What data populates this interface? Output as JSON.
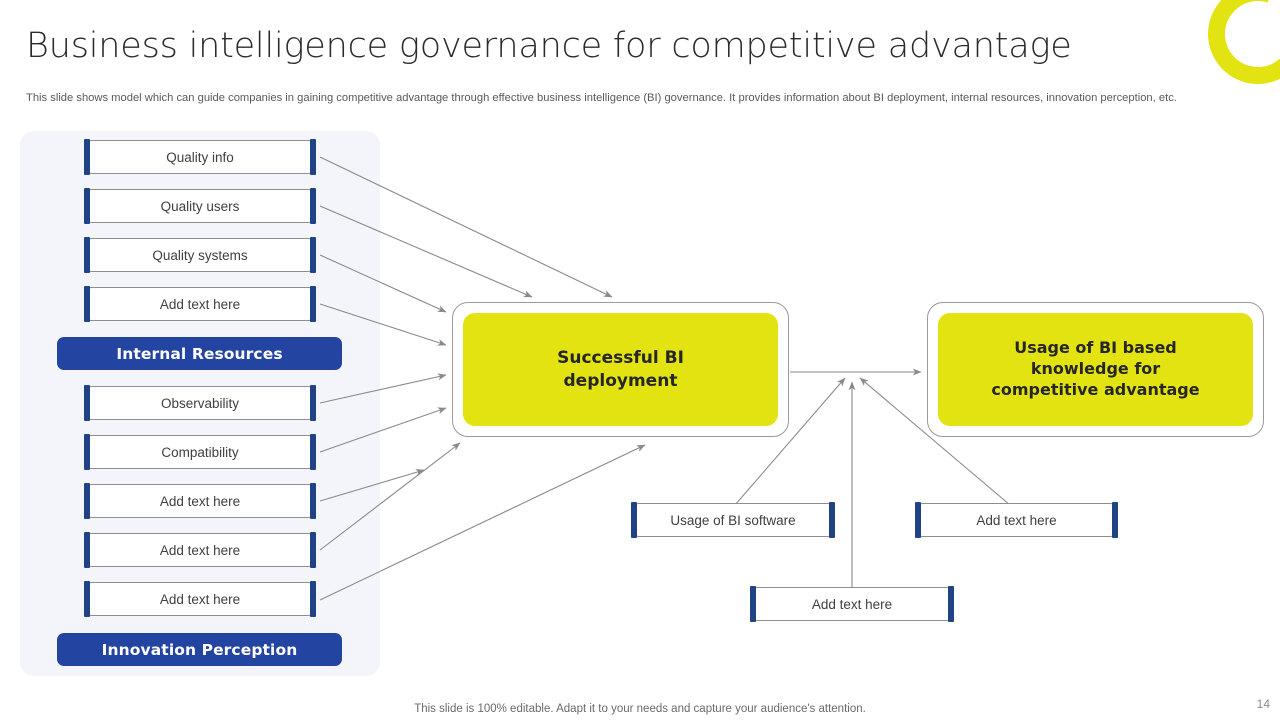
{
  "slide": {
    "title": "Business intelligence governance for competitive advantage",
    "subtitle": "This slide shows model which can guide companies in gaining competitive advantage through effective business intelligence (BI) governance. It provides information about BI deployment, internal resources, innovation perception, etc.",
    "footer_note": "This slide is 100% editable. Adapt it to your needs and capture your audience's attention.",
    "page_number": "14"
  },
  "colors": {
    "accent_yellow": "#e3e312",
    "accent_blue": "#2444a2",
    "bar_blue": "#1f4385",
    "panel_bg": "#f3f5fb",
    "box_border": "#8d8d8d",
    "arrow": "#8a8a8a",
    "title_text": "#2b2b2b",
    "body_text": "#59595b"
  },
  "left_panel": {
    "group_internal": {
      "label": "Internal Resources",
      "items": [
        {
          "label": "Quality  info"
        },
        {
          "label": "Quality  users"
        },
        {
          "label": "Quality  systems"
        },
        {
          "label": "Add text here"
        }
      ]
    },
    "group_innovation": {
      "label": "Innovation Perception",
      "items": [
        {
          "label": "Observability"
        },
        {
          "label": "Compatibility"
        },
        {
          "label": "Add text here"
        },
        {
          "label": "Add text here"
        },
        {
          "label": "Add text here"
        }
      ]
    }
  },
  "flow": {
    "center_box": {
      "line1": "Successful BI",
      "line2": "deployment"
    },
    "right_box": {
      "line1": "Usage of BI based",
      "line2": "knowledge for",
      "line3": "competitive advantage"
    },
    "bottom_boxes": [
      {
        "label": "Usage of BI software"
      },
      {
        "label": "Add text here"
      },
      {
        "label": "Add text here"
      }
    ]
  },
  "decor": {
    "ring_icon": "ring-icon"
  }
}
